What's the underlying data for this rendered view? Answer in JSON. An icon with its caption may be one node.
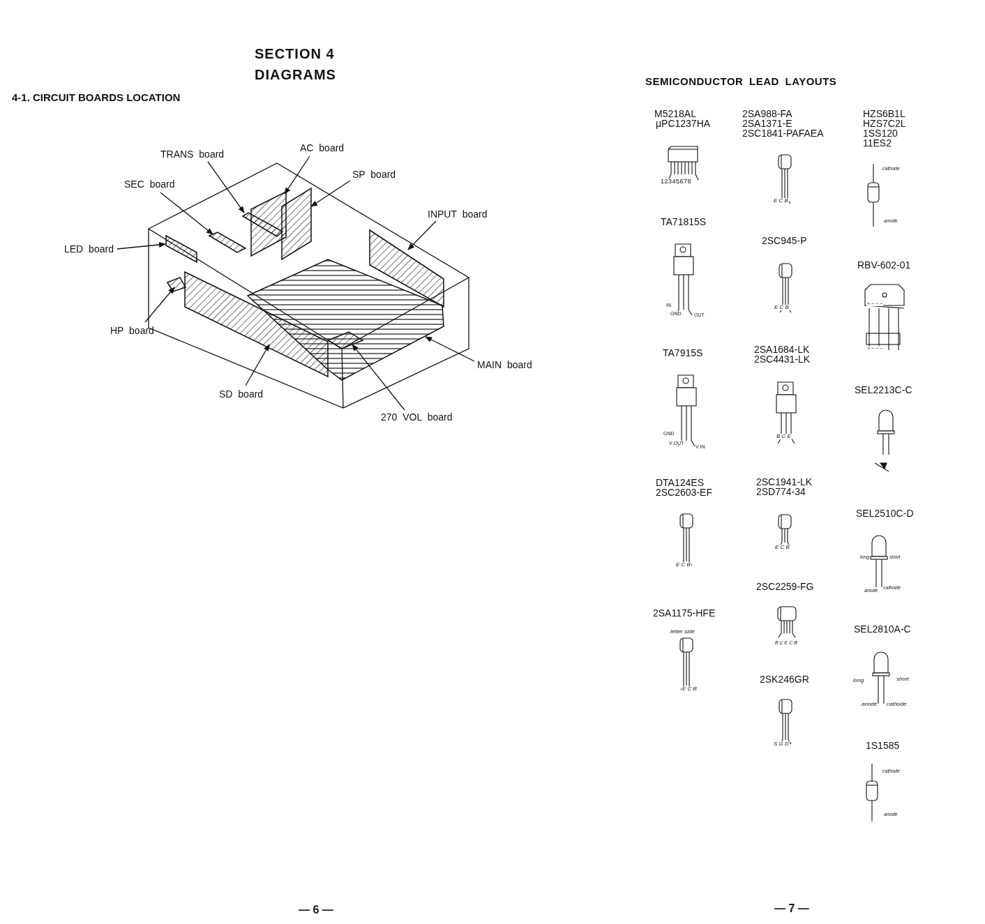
{
  "diagram": {
    "title": "SECTION 4 DIAGRAMS",
    "nodes": [
      {
        "text": [
          "TRANS board"
        ]
      },
      {
        "text": [
          "AC board"
        ]
      },
      {
        "text": [
          "SP board"
        ]
      },
      {
        "text": [
          "SEC board"
        ]
      },
      {
        "text": [
          "INPUT board"
        ]
      },
      {
        "text": [
          "LED board"
        ]
      },
      {
        "text": [
          "HP board"
        ]
      },
      {
        "text": [
          "MAIN board"
        ]
      },
      {
        "text": [
          "SD board"
        ]
      },
      {
        "text": [
          "270 VOL board"
        ]
      },
      {
        "text": [],
        "shape": "box"
      },
      {
        "text": [],
        "shape": "box"
      },
      {
        "text": [],
        "shape": "box"
      },
      {
        "text": [],
        "shape": "box"
      },
      {
        "text": [],
        "shape": "box"
      },
      {
        "text": [],
        "shape": "box"
      },
      {
        "text": [],
        "shape": "box"
      },
      {
        "text": [],
        "shape": "box"
      },
      {
        "text": [],
        "shape": "box"
      },
      {
        "text": [],
        "shape": "box",
        "in": 17
      }
    ],
    "edges": [
      {
        "from": 0,
        "to": 10,
        "arrow": "to"
      },
      {
        "from": 1,
        "to": 11,
        "arrow": "to"
      },
      {
        "from": 2,
        "to": 12,
        "arrow": "to"
      },
      {
        "from": 3,
        "to": 13,
        "arrow": "to"
      },
      {
        "from": 4,
        "to": 14,
        "arrow": "to"
      },
      {
        "from": 5,
        "to": 15,
        "arrow": "to"
      },
      {
        "from": 6,
        "to": 16,
        "arrow": "to"
      },
      {
        "from": 7,
        "to": 17,
        "arrow": "to"
      },
      {
        "from": 8,
        "to": 18,
        "arrow": "to"
      },
      {
        "from": 9,
        "to": 19,
        "arrow": "to"
      }
    ],
    "labels": [
      "4-1. CIRCUIT BOARDS LOCATION",
      "SEMICONDUCTOR LEAD LAYOUTS",
      "M5218AL",
      "μPC1237HA",
      "2SA988-FA",
      "2SA1371-E",
      "2SC1841-PAFAEA",
      "HZS6B1L",
      "HZS7C2L",
      "1SS120",
      "11ES2",
      "1 2 3 4 5 6 7 8",
      "E C B",
      "cathode",
      "anode",
      "TA71815S",
      "2SC945-P",
      "IN",
      "GND",
      "OUT",
      "E C B",
      "RBV-602-01",
      "+ ~ ~ −",
      "+ ~ ~ −",
      "TA7915S",
      "2SA1684-LK",
      "2SC4431-LK",
      "GND",
      "V OUT",
      "V IN",
      "B C E",
      "SEL2213C-C",
      "DTA124ES",
      "2SC2603-EF",
      "2SC1941-LK",
      "2SD774-34",
      "E C B",
      "E C B",
      "SEL2510C-D",
      "long",
      "short",
      "anode",
      "cathode",
      "2SC2259-FG",
      "2SA1175-HFE",
      "letter side",
      "E C B",
      "B C E C B",
      "SEL2810A-C",
      "2SK246GR",
      "long",
      "short",
      "anode",
      "cathode",
      "S G D",
      "1S1585",
      "cathode",
      "anode",
      "— 6 —",
      "— 7 —"
    ]
  }
}
